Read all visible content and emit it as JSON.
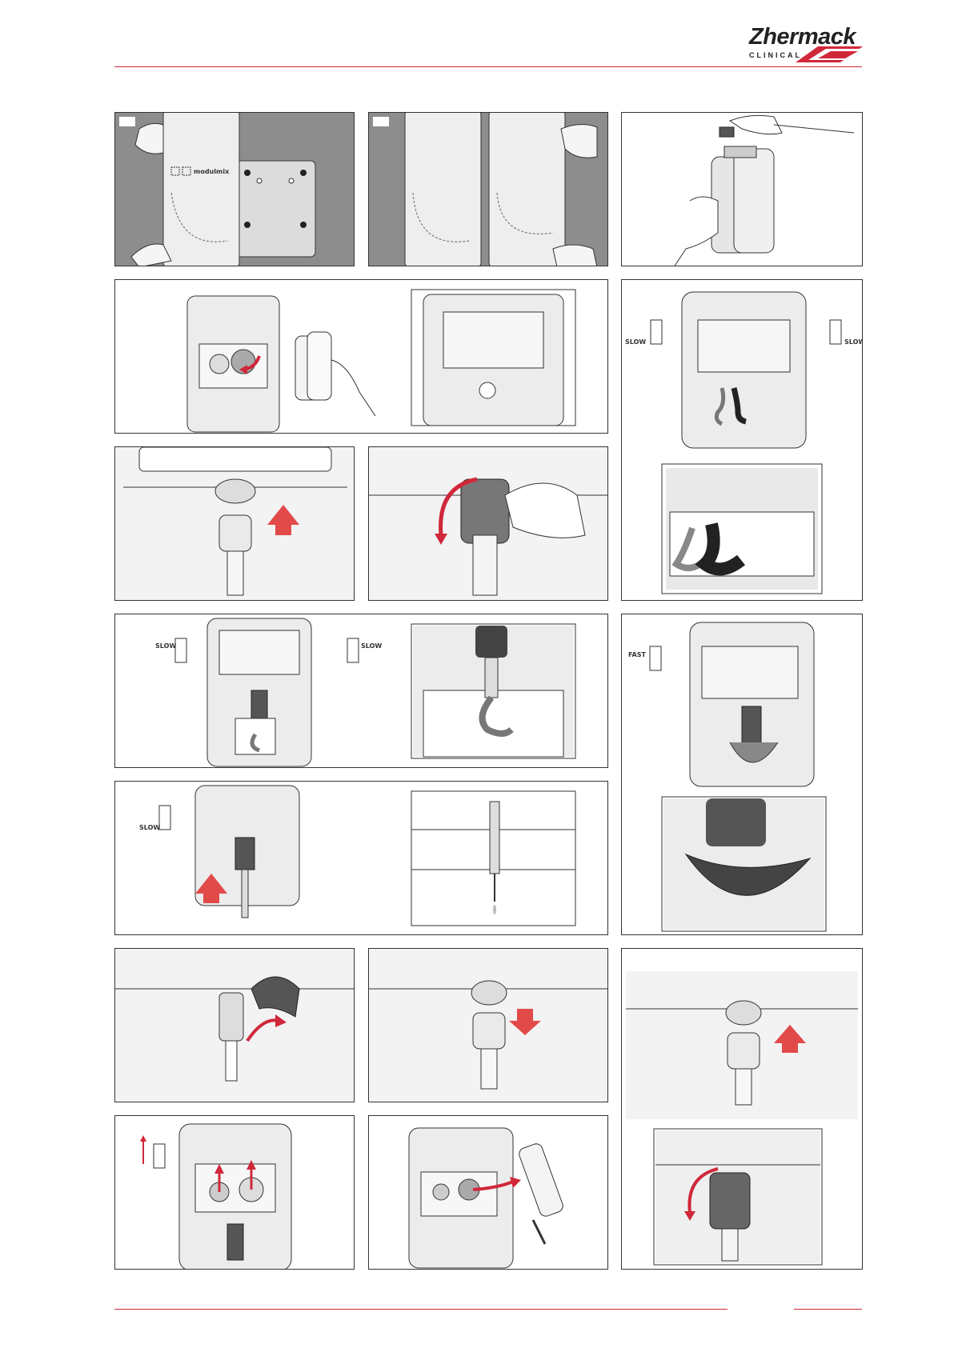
{
  "brand": {
    "name": "Zhermack",
    "sub": "CLINICAL"
  },
  "device": {
    "name": "modulmix"
  },
  "labels": {
    "slow": "SLOW",
    "fast": "FAST"
  }
}
